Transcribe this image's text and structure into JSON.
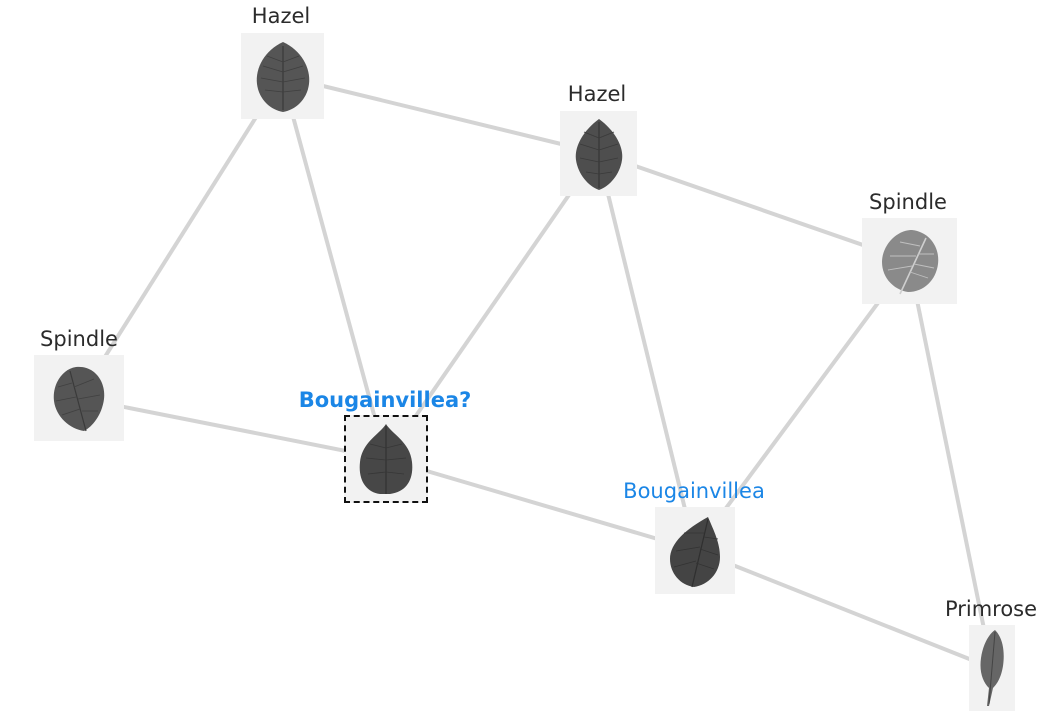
{
  "nodes": [
    {
      "id": "n1",
      "label": "Hazel",
      "style": "normal",
      "leaf": "hazel"
    },
    {
      "id": "n2",
      "label": "Hazel",
      "style": "normal",
      "leaf": "hazel"
    },
    {
      "id": "n3",
      "label": "Spindle",
      "style": "normal",
      "leaf": "spindle-light"
    },
    {
      "id": "n4",
      "label": "Spindle",
      "style": "normal",
      "leaf": "spindle"
    },
    {
      "id": "n5",
      "label": "Bougainvillea?",
      "style": "query",
      "leaf": "bougainvillea"
    },
    {
      "id": "n6",
      "label": "Bougainvillea",
      "style": "highlight",
      "leaf": "bougainvillea"
    },
    {
      "id": "n7",
      "label": "Primrose",
      "style": "normal",
      "leaf": "primrose"
    }
  ],
  "edges": [
    [
      "n1",
      "n2"
    ],
    [
      "n1",
      "n4"
    ],
    [
      "n1",
      "n5"
    ],
    [
      "n2",
      "n3"
    ],
    [
      "n2",
      "n5"
    ],
    [
      "n2",
      "n6"
    ],
    [
      "n3",
      "n6"
    ],
    [
      "n3",
      "n7"
    ],
    [
      "n4",
      "n5"
    ],
    [
      "n5",
      "n6"
    ],
    [
      "n6",
      "n7"
    ]
  ],
  "colors": {
    "edge": "#d4d4d4",
    "label": "#2b2b2b",
    "highlight": "#1b86e6",
    "thumb_bg": "#f2f2f2",
    "leaf": "#4a4a4a"
  }
}
